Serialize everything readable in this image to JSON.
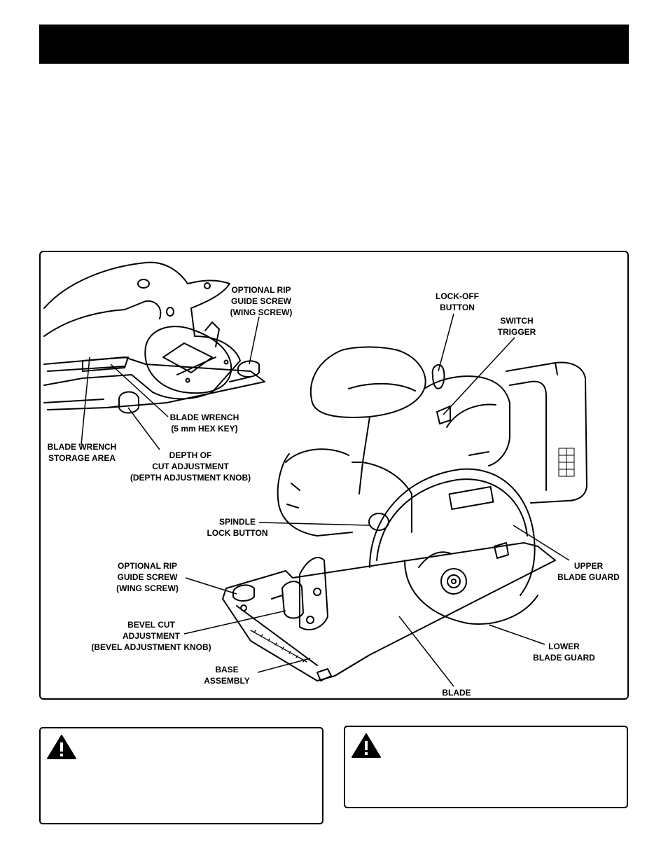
{
  "labels": {
    "rip_guide_top": [
      "OPTIONAL RIP",
      "GUIDE SCREW",
      "(WING SCREW)"
    ],
    "lock_off": [
      "LOCK-OFF",
      "BUTTON"
    ],
    "switch_trigger": [
      "SWITCH",
      "TRIGGER"
    ],
    "blade_wrench": [
      "BLADE WRENCH",
      "(5 mm HEX KEY)"
    ],
    "blade_wrench_storage": [
      "BLADE WRENCH",
      "STORAGE AREA"
    ],
    "depth_of_cut": [
      "DEPTH OF",
      "CUT ADJUSTMENT",
      "(DEPTH ADJUSTMENT KNOB)"
    ],
    "spindle_lock": [
      "SPINDLE",
      "LOCK BUTTON"
    ],
    "rip_guide_bottom": [
      "OPTIONAL RIP",
      "GUIDE SCREW",
      "(WING SCREW)"
    ],
    "bevel_cut": [
      "BEVEL CUT",
      "ADJUSTMENT",
      "(BEVEL ADJUSTMENT KNOB)"
    ],
    "base_assembly": [
      "BASE",
      "ASSEMBLY"
    ],
    "upper_blade_guard": [
      "UPPER",
      "BLADE GUARD"
    ],
    "lower_blade_guard": [
      "LOWER",
      "BLADE GUARD"
    ],
    "blade": [
      "BLADE"
    ]
  },
  "icons": {
    "warning_left": "warning-triangle-icon",
    "warning_right": "warning-triangle-icon"
  },
  "colors": {
    "header_bar": "#000000",
    "line_art": "#000000",
    "background": "#ffffff"
  }
}
